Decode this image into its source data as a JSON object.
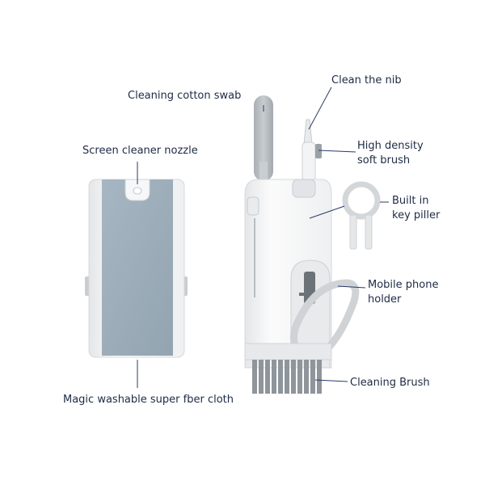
{
  "labels": {
    "cotton_swab": "Cleaning cotton swab",
    "clean_nib": "Clean the nib",
    "screen_nozzle": "Screen cleaner nozzle",
    "soft_brush_line1": "High density",
    "soft_brush_line2": "soft brush",
    "key_puller_line1": "Built in",
    "key_puller_line2": "key piller",
    "phone_holder_line1": "Mobile phone",
    "phone_holder_line2": "holder",
    "cleaning_brush": "Cleaning Brush",
    "fiber_cloth": "Magic washable super fber cloth"
  },
  "colors": {
    "text": "#1e2a44",
    "leader_line": "#2b3a66",
    "fiber_cloth": "#9fb0bd",
    "body_white": "#f4f5f6",
    "body_shadow": "#d9dcdf",
    "bristles": "#8e959b",
    "swab": "#b9bfc4"
  }
}
